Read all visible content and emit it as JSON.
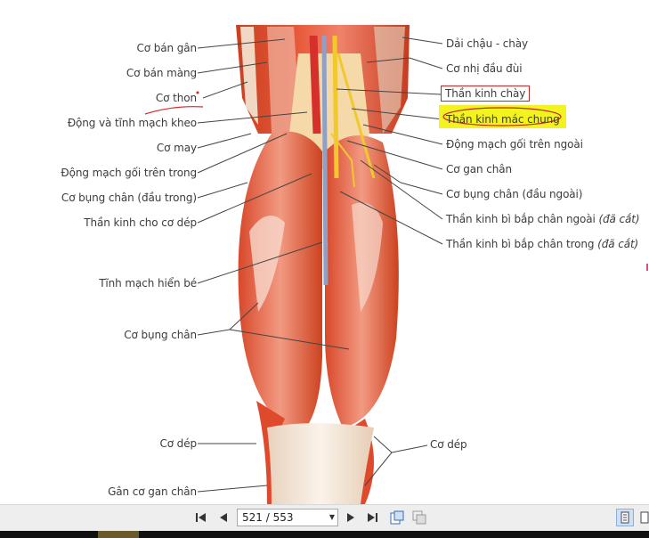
{
  "labels_left": [
    {
      "id": "co-ban-gan",
      "text": "Cơ bán gân"
    },
    {
      "id": "co-ban-mang",
      "text": "Cơ bán màng"
    },
    {
      "id": "co-thon",
      "text": "Cơ thon"
    },
    {
      "id": "dong-tinh-mach-kheo",
      "text": "Động và tĩnh mạch kheo"
    },
    {
      "id": "co-may",
      "text": "Cơ may"
    },
    {
      "id": "dong-mach-goi-tren-trong",
      "text": "Động mạch gối trên trong"
    },
    {
      "id": "co-bung-chan-dau-trong",
      "text": "Cơ bụng chân (đầu trong)"
    },
    {
      "id": "than-kinh-cho-co-dep",
      "text": "Thần kinh cho cơ dép"
    },
    {
      "id": "tinh-mach-hien-be",
      "text": "Tĩnh mạch hiển bé"
    },
    {
      "id": "co-bung-chan",
      "text": "Cơ bụng chân"
    },
    {
      "id": "co-dep-left",
      "text": "Cơ dép"
    },
    {
      "id": "gan-co-gan-chan",
      "text": "Gân cơ gan chân"
    }
  ],
  "labels_right": [
    {
      "id": "dai-chau-chay",
      "text": "Dải chậu - chày"
    },
    {
      "id": "co-nhi-dau-dui",
      "text": "Cơ nhị đầu đùi"
    },
    {
      "id": "than-kinh-chay",
      "text": "Thần kinh chày"
    },
    {
      "id": "than-kinh-mac-chung",
      "text": "Thần kinh mác chung"
    },
    {
      "id": "dong-mach-goi-tren-ngoai",
      "text": "Động mạch gối trên ngoài"
    },
    {
      "id": "co-gan-chan",
      "text": "Cơ gan chân"
    },
    {
      "id": "co-bung-chan-dau-ngoai",
      "text": "Cơ bụng chân (đầu ngoài)"
    },
    {
      "id": "tk-bi-bap-chan-ngoai",
      "text": "Thần kinh bì bắp chân ngoài",
      "note": "(đã cắt)"
    },
    {
      "id": "tk-bi-bap-chan-trong",
      "text": "Thần kinh bì bắp chân trong",
      "note": "(đã cắt)"
    },
    {
      "id": "co-dep-right",
      "text": "Cơ dép"
    }
  ],
  "toolbar": {
    "page_indicator": "521 / 553",
    "icons": [
      "first-page-icon",
      "prev-page-icon",
      "next-page-icon",
      "last-page-icon",
      "fit-page-icon",
      "fit-width-icon",
      "single-page-view-icon",
      "scroll-view-icon"
    ]
  },
  "colors": {
    "muscle": "#e0462c",
    "muscle_dark": "#c23a20",
    "tendon": "#f3e6d6",
    "nerve": "#f2c92a",
    "artery": "#d6302a",
    "vein": "#8fa0c6",
    "highlight": "#f3f320",
    "box_border": "#c0282c"
  }
}
